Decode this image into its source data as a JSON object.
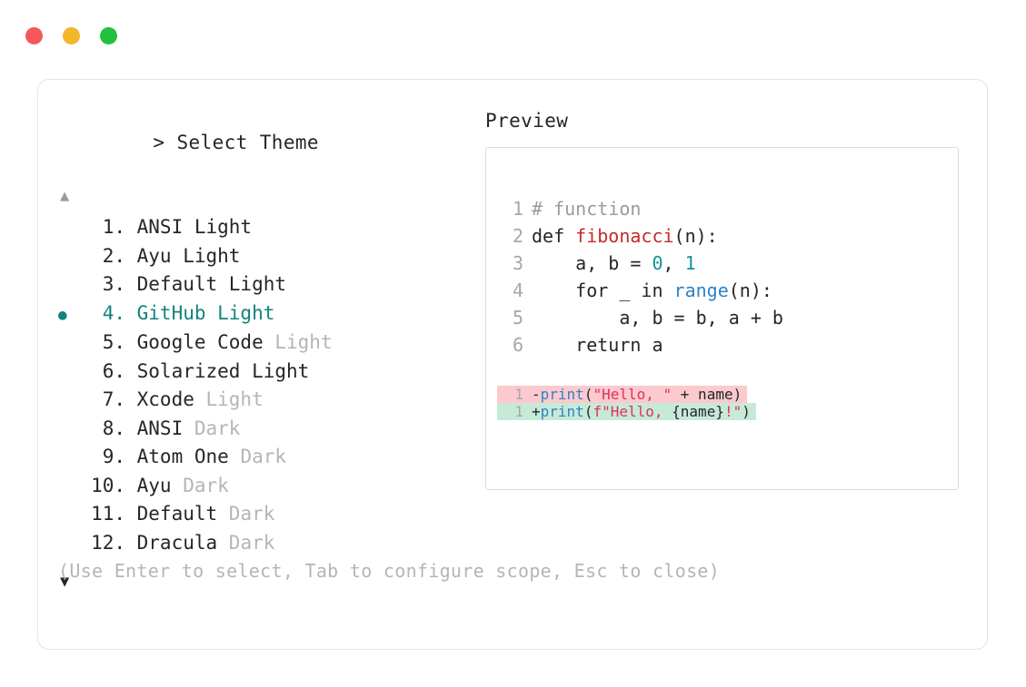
{
  "window": {
    "dots": [
      {
        "name": "close",
        "color": "#f4585c"
      },
      {
        "name": "minimize",
        "color": "#f4b62a"
      },
      {
        "name": "maximize",
        "color": "#22c03c"
      }
    ]
  },
  "selector": {
    "prompt_caret": ">",
    "prompt_label": "Select Theme",
    "scroll_up_glyph": "▲",
    "scroll_down_glyph": "▼",
    "selected_bullet": "●",
    "selected_index": 4,
    "accent_color": "#14837f",
    "items": [
      {
        "index": "1.",
        "name": "ANSI Light",
        "variant": "",
        "selected": false
      },
      {
        "index": "2.",
        "name": "Ayu Light",
        "variant": "",
        "selected": false
      },
      {
        "index": "3.",
        "name": "Default Light",
        "variant": "",
        "selected": false
      },
      {
        "index": "4.",
        "name": "GitHub Light",
        "variant": "",
        "selected": true
      },
      {
        "index": "5.",
        "name": "Google Code",
        "variant": "Light",
        "selected": false
      },
      {
        "index": "6.",
        "name": "Solarized Light",
        "variant": "",
        "selected": false
      },
      {
        "index": "7.",
        "name": "Xcode",
        "variant": "Light",
        "selected": false
      },
      {
        "index": "8.",
        "name": "ANSI",
        "variant": "Dark",
        "selected": false
      },
      {
        "index": "9.",
        "name": "Atom One",
        "variant": "Dark",
        "selected": false
      },
      {
        "index": "10.",
        "name": "Ayu",
        "variant": "Dark",
        "selected": false
      },
      {
        "index": "11.",
        "name": "Default",
        "variant": "Dark",
        "selected": false
      },
      {
        "index": "12.",
        "name": "Dracula",
        "variant": "Dark",
        "selected": false
      }
    ],
    "hint": "(Use Enter to select, Tab to configure scope, Esc to close)"
  },
  "preview": {
    "label": "Preview",
    "code_lines": [
      {
        "number": "1",
        "tokens": [
          {
            "text": "# function",
            "type": "comment"
          }
        ]
      },
      {
        "number": "2",
        "tokens": [
          {
            "text": "def ",
            "type": "keyword"
          },
          {
            "text": "fibonacci",
            "type": "func"
          },
          {
            "text": "(n):",
            "type": "plain"
          }
        ]
      },
      {
        "number": "3",
        "tokens": [
          {
            "text": "    a, b = ",
            "type": "plain"
          },
          {
            "text": "0",
            "type": "number"
          },
          {
            "text": ", ",
            "type": "plain"
          },
          {
            "text": "1",
            "type": "number"
          }
        ]
      },
      {
        "number": "4",
        "tokens": [
          {
            "text": "    for _ in ",
            "type": "plain"
          },
          {
            "text": "range",
            "type": "builtin"
          },
          {
            "text": "(n):",
            "type": "plain"
          }
        ]
      },
      {
        "number": "5",
        "tokens": [
          {
            "text": "        a, b = b, a + b",
            "type": "plain"
          }
        ]
      },
      {
        "number": "6",
        "tokens": [
          {
            "text": "    return a",
            "type": "plain"
          }
        ]
      }
    ],
    "diff_lines": [
      {
        "number": "1",
        "kind": "removed",
        "marker": "-",
        "background": "#fbc9ce",
        "tokens": [
          {
            "text": "print",
            "type": "builtin"
          },
          {
            "text": "(",
            "type": "plain"
          },
          {
            "text": "\"Hello, \"",
            "type": "string"
          },
          {
            "text": " + name)",
            "type": "plain"
          }
        ]
      },
      {
        "number": "1",
        "kind": "added",
        "marker": "+",
        "background": "#c6ead7",
        "tokens": [
          {
            "text": "print",
            "type": "builtin"
          },
          {
            "text": "(",
            "type": "plain"
          },
          {
            "text": "f\"Hello, ",
            "type": "string"
          },
          {
            "text": "{name}",
            "type": "plain"
          },
          {
            "text": "!\"",
            "type": "string"
          },
          {
            "text": ")",
            "type": "plain"
          }
        ]
      }
    ]
  }
}
